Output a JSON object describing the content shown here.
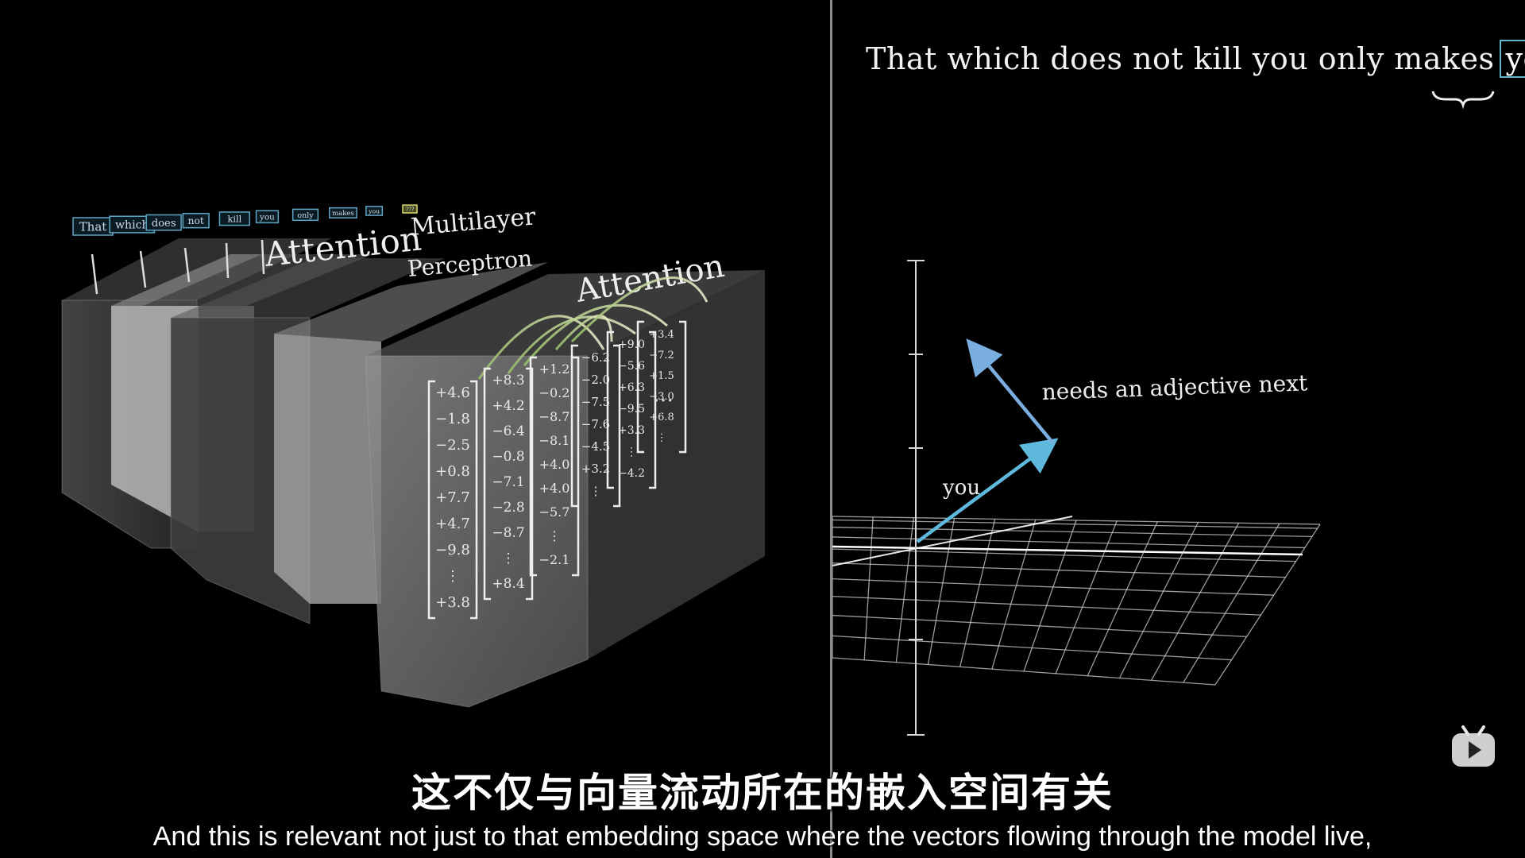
{
  "video": {
    "left_panel": {
      "tokens": [
        "That",
        "which",
        "does",
        "not",
        "kill",
        "you",
        "only",
        "makes",
        "you",
        "???"
      ],
      "labels": {
        "attention_1": "Attention",
        "mlp_line1": "Multilayer",
        "mlp_line2": "Perceptron",
        "attention_2": "Attention"
      },
      "vectors": [
        [
          "+4.6",
          "−1.8",
          "−2.5",
          "+0.8",
          "+7.7",
          "+4.7",
          "−9.8",
          "⋮",
          "+3.8"
        ],
        [
          "+8.3",
          "+4.2",
          "−6.4",
          "−0.8",
          "−7.1",
          "−2.8",
          "−8.7",
          "⋮",
          "+8.4"
        ],
        [
          "+1.2",
          "−0.2",
          "−8.7",
          "−8.1",
          "+4.0",
          "+4.0",
          "−5.7",
          "⋮",
          "−2.1"
        ],
        [
          "−6.2",
          "−2.0",
          "−7.5",
          "−7.6",
          "−4.5",
          "+3.2",
          "⋮"
        ],
        [
          "+9.0",
          "−5.6",
          "+6.3",
          "−9.5",
          "+3.3",
          "⋮",
          "−4.2"
        ],
        [
          "+3.4",
          "−7.2",
          "+1.5",
          "−3.0",
          "+6.8",
          "⋮"
        ]
      ],
      "ellipsis": "…"
    },
    "right_panel": {
      "sentence": "That which does not kill you only makes",
      "highlighted_word": "you",
      "vector_label_you": "you",
      "vector_label_adjective": "needs an adjective next",
      "colors": {
        "vector_you": "#5fb9dc",
        "vector_adjective": "#7aaee0",
        "highlight": "#5fb8cc"
      }
    },
    "subtitles": {
      "chinese": "这不仅与向量流动所在的嵌入空间有关",
      "english": "And this is relevant not just to that embedding space where the vectors flowing through the model live,"
    },
    "watermark_icon": "bilibili-tv-icon"
  }
}
